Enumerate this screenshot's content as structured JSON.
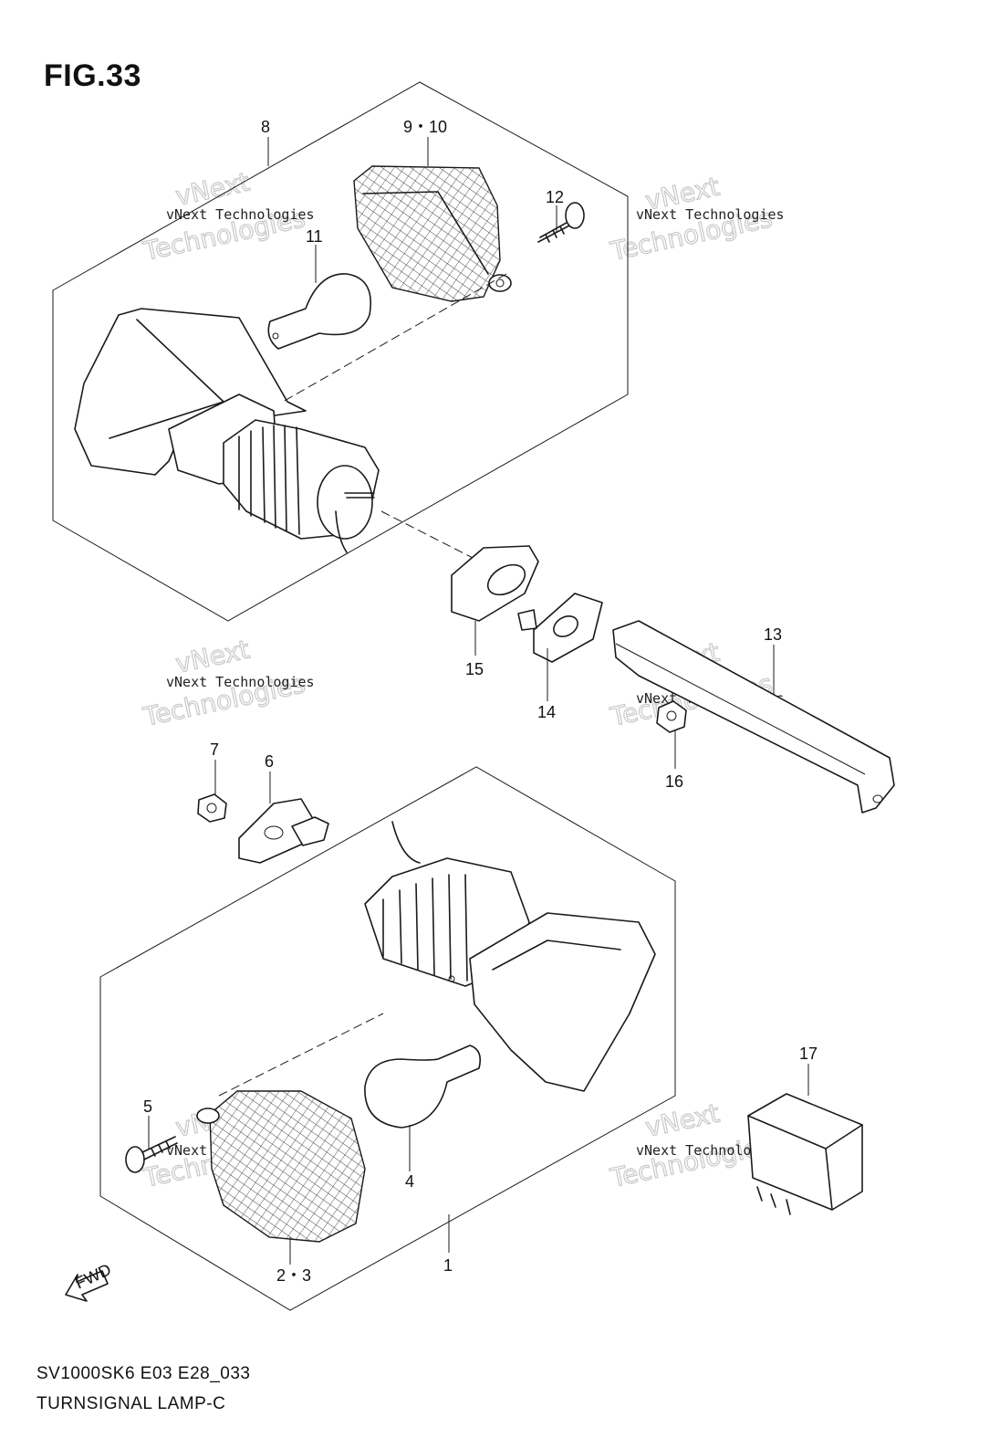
{
  "figure": {
    "title": "FIG.33",
    "model_code": "SV1000SK6 E03 E28_033",
    "name": "TURNSIGNAL LAMP-C"
  },
  "parts": [
    {
      "key": "p8",
      "label": "8"
    },
    {
      "key": "p9_10",
      "label": "9・10"
    },
    {
      "key": "p12",
      "label": "12"
    },
    {
      "key": "p11",
      "label": "11"
    },
    {
      "key": "p15",
      "label": "15"
    },
    {
      "key": "p14",
      "label": "14"
    },
    {
      "key": "p13",
      "label": "13"
    },
    {
      "key": "p7",
      "label": "7"
    },
    {
      "key": "p6",
      "label": "6"
    },
    {
      "key": "p16",
      "label": "16"
    },
    {
      "key": "p17",
      "label": "17"
    },
    {
      "key": "p5",
      "label": "5"
    },
    {
      "key": "p4",
      "label": "4"
    },
    {
      "key": "p2_3",
      "label": "2・3"
    },
    {
      "key": "p1",
      "label": "1"
    }
  ],
  "watermark": {
    "line1": "vNext Technologies",
    "line2": "vNext",
    "line3": "Technologies"
  },
  "direction_label": "FWD"
}
